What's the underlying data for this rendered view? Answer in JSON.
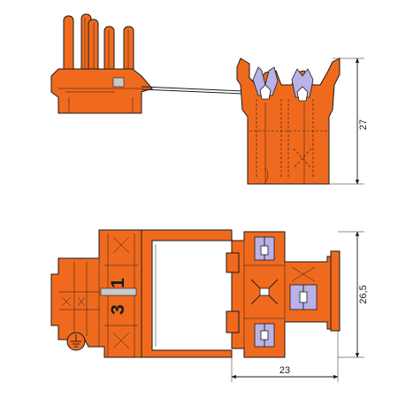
{
  "diagram": {
    "dimensions": {
      "height_side_view": "27",
      "height_top_view": "26,5",
      "width_top_view": "23"
    },
    "markings": {
      "terminal_a": "3",
      "terminal_b": "1"
    },
    "icons": [
      "ground-symbol-icon"
    ],
    "colors": {
      "housing": "#f06a1e",
      "contact": "#b9b2e6",
      "outline": "#1a1a1a"
    }
  }
}
